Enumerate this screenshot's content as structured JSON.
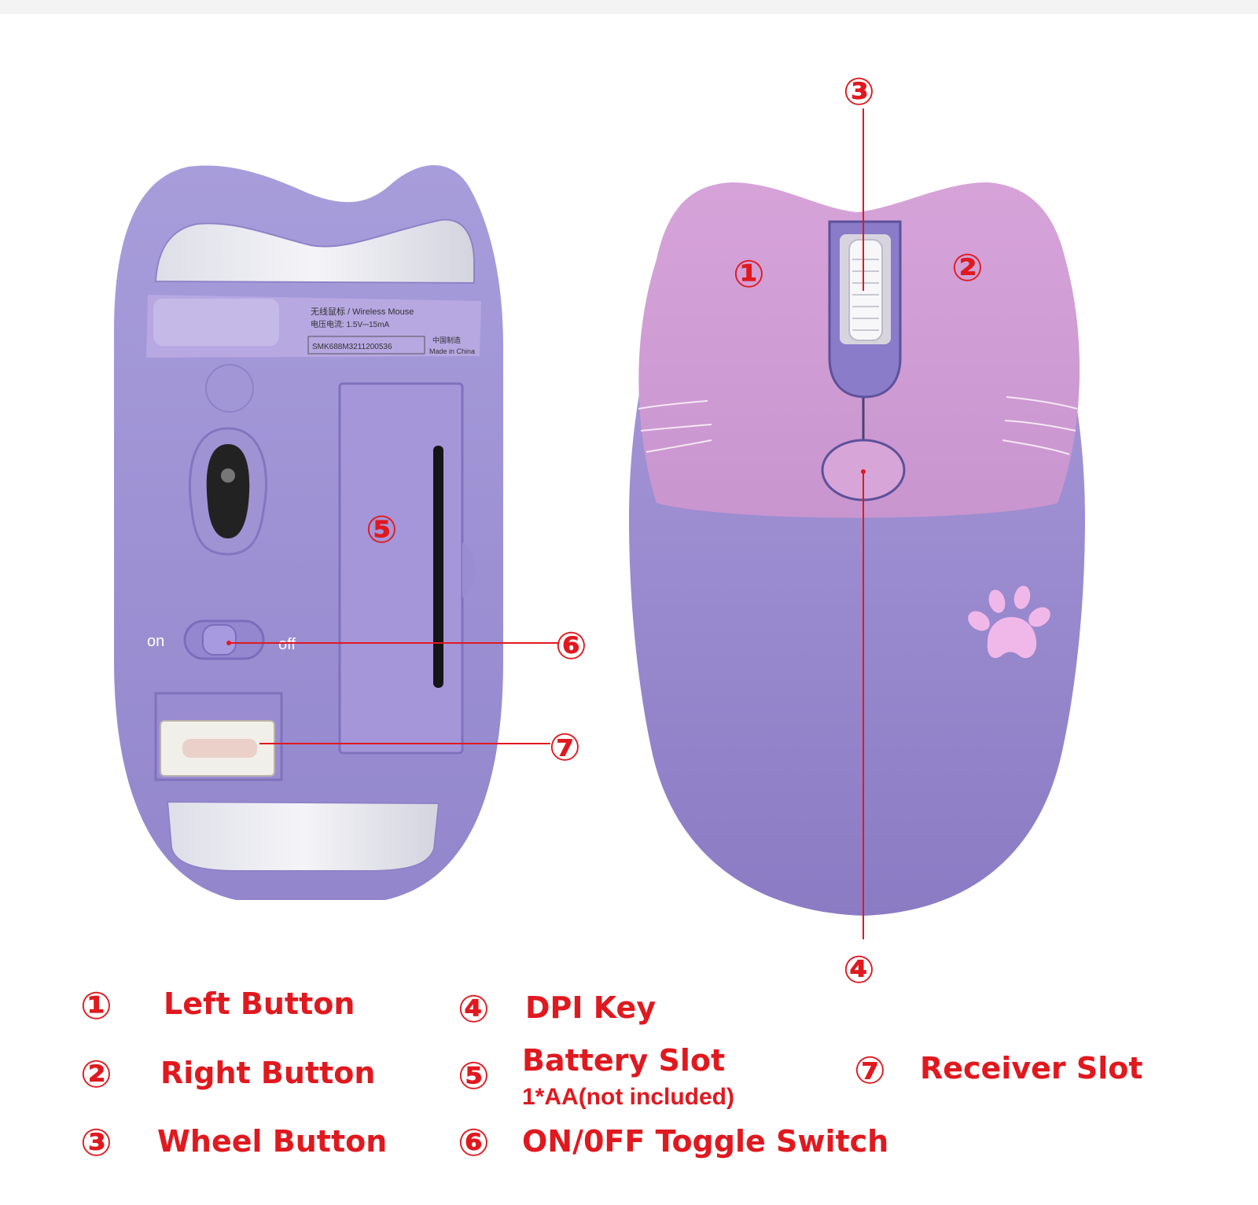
{
  "colors": {
    "accent_red": "#e0191f",
    "mouse_lavender": "#9b8fd4",
    "mouse_pink": "#d59fd6",
    "paw_pink": "#f0b8e8"
  },
  "callouts": {
    "c1": "①",
    "c2": "②",
    "c3": "③",
    "c4": "④",
    "c5": "⑤",
    "c6": "⑥",
    "c7": "⑦"
  },
  "product_label": {
    "line1": "无线鼠标 / Wireless Mouse",
    "line2": "电压电流: 1.5V⎓15mA",
    "serial": "SMK688M3211200536",
    "made_cn": "中国制造",
    "made_en": "Made in China"
  },
  "switch": {
    "on_label": "on",
    "off_label": "off"
  },
  "legend": [
    {
      "num": "①",
      "label": "Left Button"
    },
    {
      "num": "②",
      "label": "Right Button"
    },
    {
      "num": "③",
      "label": "Wheel Button"
    },
    {
      "num": "④",
      "label": "DPI Key"
    },
    {
      "num": "⑤",
      "label": "Battery Slot",
      "note": "1*AA(not included)"
    },
    {
      "num": "⑥",
      "label": "ON/0FF Toggle Switch"
    },
    {
      "num": "⑦",
      "label": "Receiver Slot"
    }
  ]
}
